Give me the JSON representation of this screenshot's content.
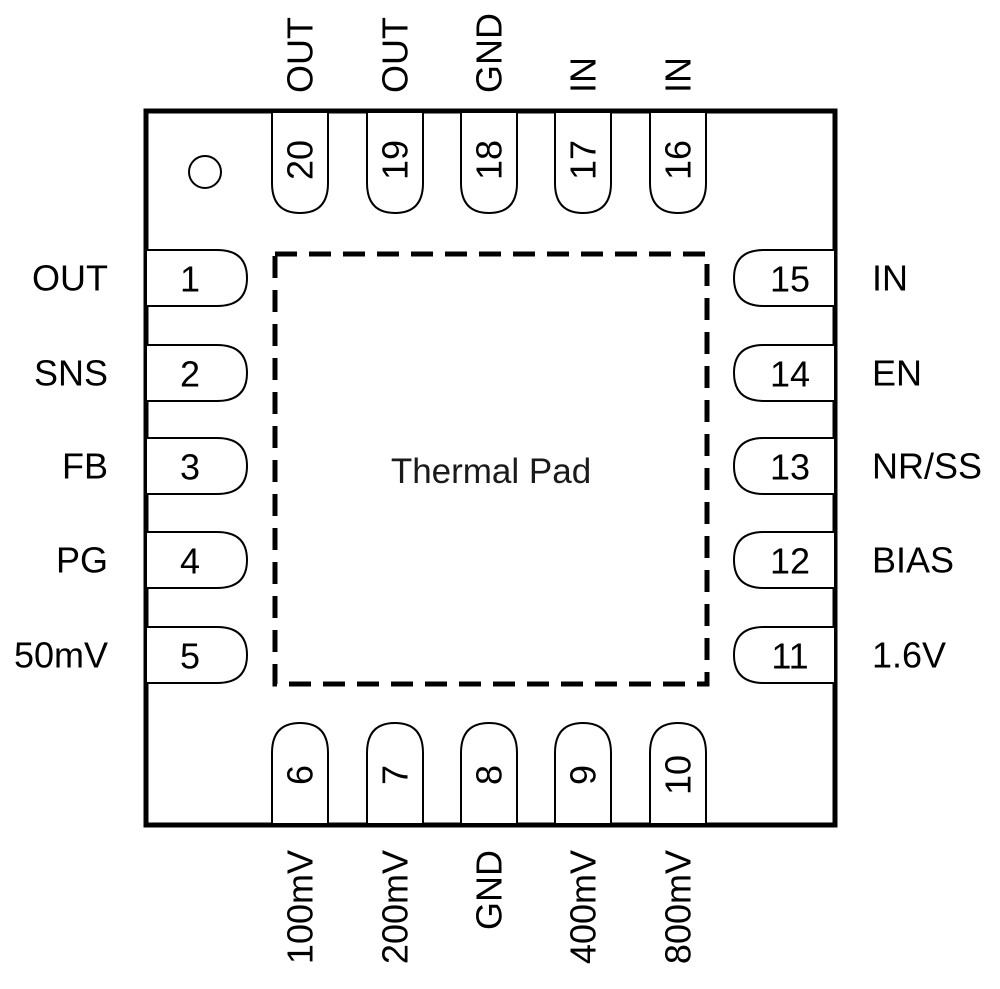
{
  "package": {
    "thermal_pad_label": "Thermal Pad",
    "pin1_marker": "circle"
  },
  "pins": {
    "left": [
      {
        "number": "1",
        "name": "OUT"
      },
      {
        "number": "2",
        "name": "SNS"
      },
      {
        "number": "3",
        "name": "FB"
      },
      {
        "number": "4",
        "name": "PG"
      },
      {
        "number": "5",
        "name": "50mV"
      }
    ],
    "bottom": [
      {
        "number": "6",
        "name": "100mV"
      },
      {
        "number": "7",
        "name": "200mV"
      },
      {
        "number": "8",
        "name": "GND"
      },
      {
        "number": "9",
        "name": "400mV"
      },
      {
        "number": "10",
        "name": "800mV"
      }
    ],
    "right": [
      {
        "number": "11",
        "name": "1.6V"
      },
      {
        "number": "12",
        "name": "BIAS"
      },
      {
        "number": "13",
        "name": "NR/SS"
      },
      {
        "number": "14",
        "name": "EN"
      },
      {
        "number": "15",
        "name": "IN"
      }
    ],
    "top": [
      {
        "number": "16",
        "name": "IN"
      },
      {
        "number": "17",
        "name": "IN"
      },
      {
        "number": "18",
        "name": "GND"
      },
      {
        "number": "19",
        "name": "OUT"
      },
      {
        "number": "20",
        "name": "OUT"
      }
    ]
  },
  "colors": {
    "stroke": "#000000",
    "background": "#ffffff"
  }
}
